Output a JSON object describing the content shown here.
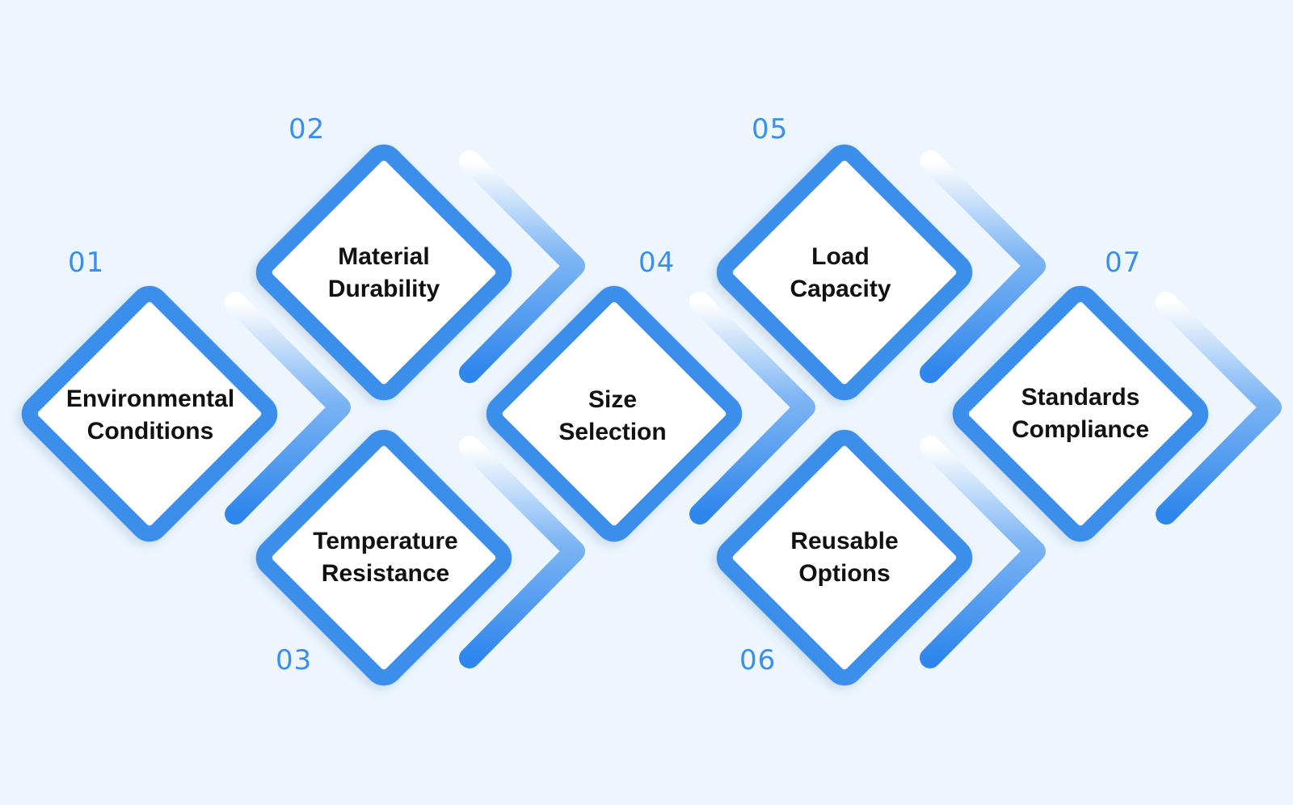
{
  "colors": {
    "background": "#eef6fd",
    "accent": "#3a8fea",
    "chevron_start": "#2f86ec",
    "chevron_end": "#ffffff",
    "text": "#111111"
  },
  "steps": [
    {
      "number": "01",
      "lines": [
        "Environmental",
        "Conditions"
      ]
    },
    {
      "number": "02",
      "lines": [
        "Material",
        "Durability"
      ]
    },
    {
      "number": "03",
      "lines": [
        "Temperature",
        "Resistance"
      ]
    },
    {
      "number": "04",
      "lines": [
        "Size",
        "Selection"
      ]
    },
    {
      "number": "05",
      "lines": [
        "Load",
        "Capacity"
      ]
    },
    {
      "number": "06",
      "lines": [
        "Reusable",
        "Options"
      ]
    },
    {
      "number": "07",
      "lines": [
        "Standards",
        "Compliance"
      ]
    }
  ]
}
